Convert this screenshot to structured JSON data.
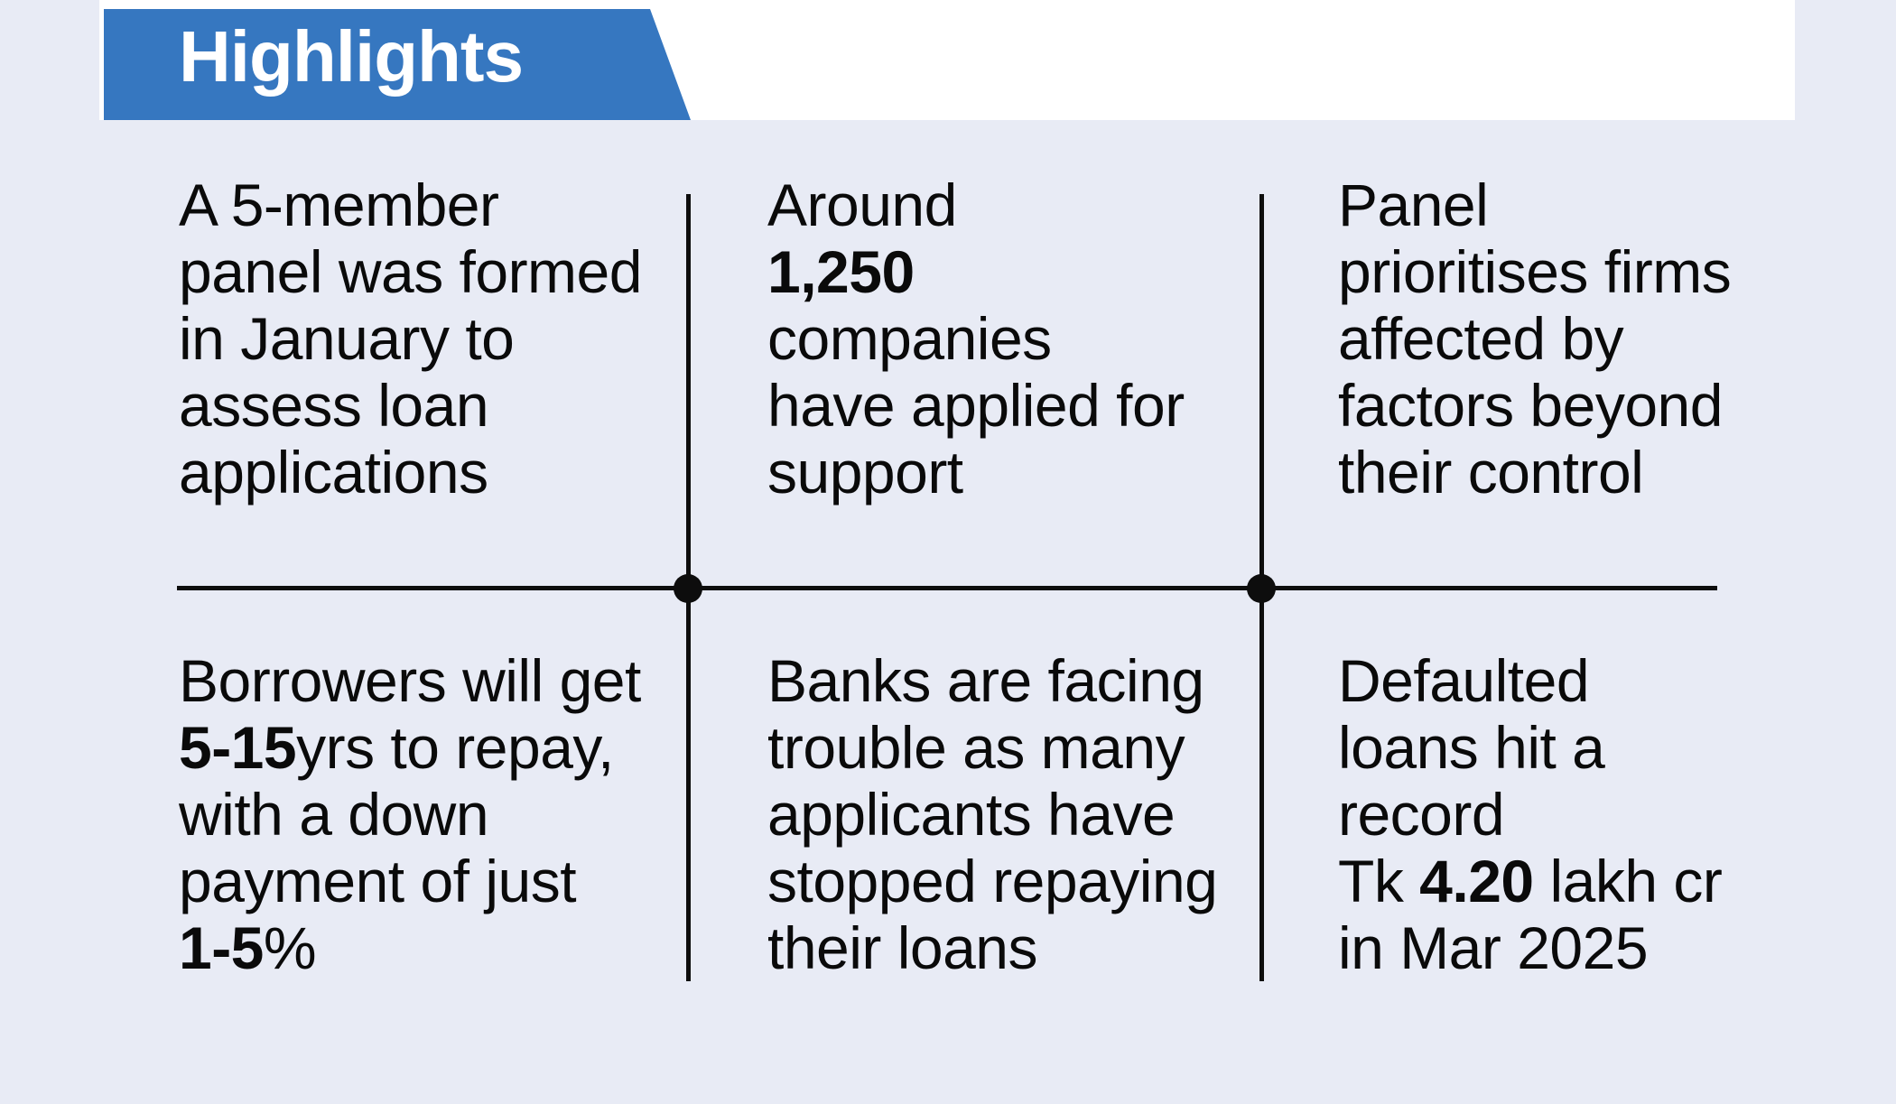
{
  "header": {
    "title": "Highlights",
    "banner_color": "#3677c0",
    "strip_color": "#ffffff"
  },
  "canvas": {
    "background_color": "#e8ebf5",
    "text_color": "#0a0a0a",
    "rule_color": "#0d0d0d"
  },
  "cells": {
    "r1c1": {
      "text": "A 5-member panel was formed in January to assess loan applications",
      "segments": [
        {
          "text": "A 5-member\npanel was formed\nin January to\nassess loan\napplications",
          "bold": false
        }
      ]
    },
    "r1c2": {
      "text": "Around 1,250 companies have applied for support",
      "highlight": "1,250"
    },
    "r1c3": {
      "text": "Panel prioritises firms affected by factors beyond their control"
    },
    "r2c1": {
      "text": "Borrowers will get 5-15yrs to repay, with a down payment of just 1-5%",
      "highlight_1": "5-15",
      "highlight_2": "1-5"
    },
    "r2c2": {
      "text": "Banks are facing trouble as many applicants have stopped repaying their loans"
    },
    "r2c3": {
      "text": "Defaulted loans hit a record Tk 4.20 lakh cr in Mar 2025",
      "highlight": "4.20"
    }
  },
  "cell_lines": {
    "r1c1": "A 5-member\npanel was formed\nin January to\nassess loan\napplications",
    "r1c2_pre": "Around",
    "r1c2_num": "1,250",
    "r1c2_post": "companies\nhave applied for\nsupport",
    "r1c3": "Panel\nprioritises firms\naffected by\nfactors beyond\ntheir control",
    "r2c1_pre": "Borrowers will get",
    "r2c1_num1": "5-15",
    "r2c1_mid": "yrs to repay,\nwith a down\npayment of just",
    "r2c1_num2": "1-5",
    "r2c1_post": "%",
    "r2c2": "Banks are facing\ntrouble as many\napplicants have\nstopped repaying\ntheir loans",
    "r2c3_pre": "Defaulted\nloans hit a\nrecord\nTk ",
    "r2c3_num": "4.20",
    "r2c3_post": " lakh cr\nin Mar 2025"
  }
}
